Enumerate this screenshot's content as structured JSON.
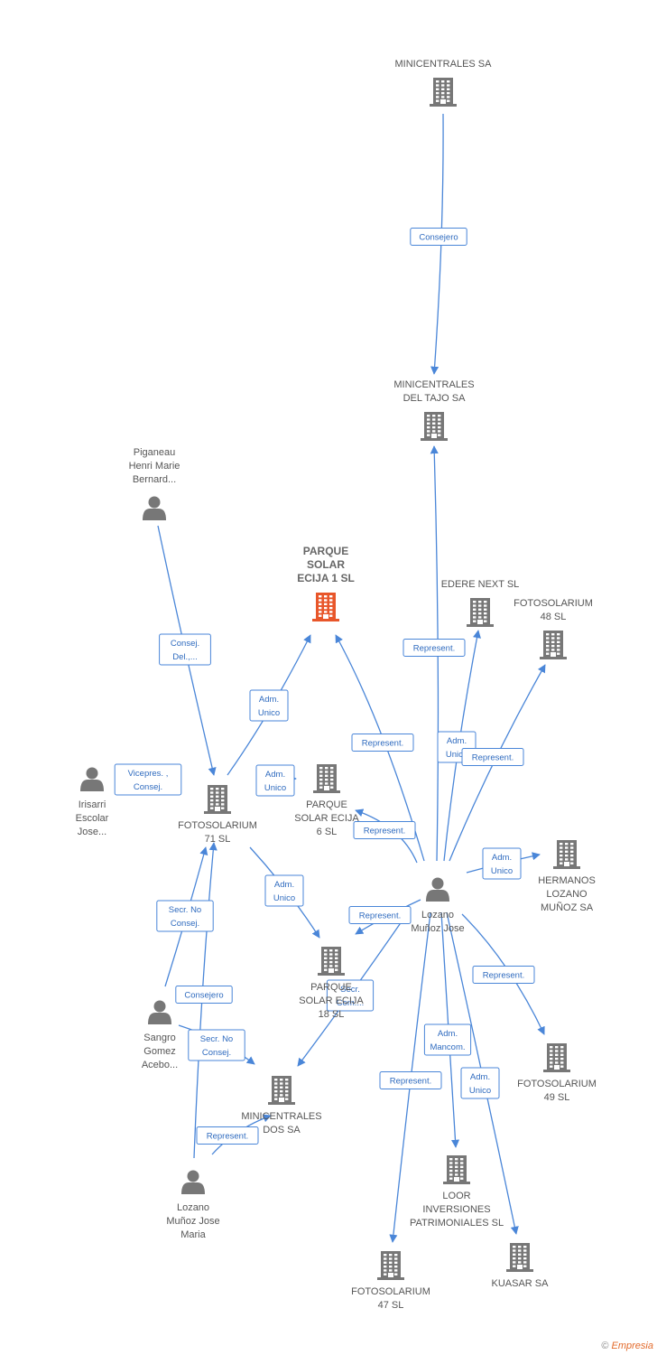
{
  "colors": {
    "edge": "#4a86d8",
    "icon": "#777777",
    "focus_icon": "#e8562a",
    "label": "#555555"
  },
  "nodes": [
    {
      "id": "minicentrales",
      "type": "company",
      "label": [
        "MINICENTRALES SA"
      ]
    },
    {
      "id": "minicentrales_tajo",
      "type": "company",
      "label": [
        "MINICENTRALES",
        "DEL TAJO SA"
      ]
    },
    {
      "id": "piganeau",
      "type": "person",
      "label": [
        "Piganeau",
        "Henri Marie",
        "Bernard..."
      ]
    },
    {
      "id": "parque1",
      "type": "company",
      "focus": true,
      "label": [
        "PARQUE",
        "SOLAR",
        "ECIJA 1 SL"
      ]
    },
    {
      "id": "edere",
      "type": "company",
      "label": [
        "EDERE NEXT SL"
      ]
    },
    {
      "id": "foto48",
      "type": "company",
      "label": [
        "FOTOSOLARIUM",
        "48 SL"
      ]
    },
    {
      "id": "irisarri",
      "type": "person",
      "label": [
        "Irisarri",
        "Escolar",
        "Jose..."
      ]
    },
    {
      "id": "foto71",
      "type": "company",
      "label": [
        "FOTOSOLARIUM",
        "71 SL"
      ]
    },
    {
      "id": "parque6",
      "type": "company",
      "label": [
        "PARQUE",
        "SOLAR ECIJA",
        "6 SL"
      ]
    },
    {
      "id": "hermanos",
      "type": "company",
      "label": [
        "HERMANOS",
        "LOZANO",
        "MUÑOZ SA"
      ]
    },
    {
      "id": "lozano",
      "type": "person",
      "label": [
        "Lozano",
        "Muñoz Jose"
      ]
    },
    {
      "id": "parque18",
      "type": "company",
      "label": [
        "PARQUE",
        "SOLAR ECIJA",
        "18 SL"
      ]
    },
    {
      "id": "sangro",
      "type": "person",
      "label": [
        "Sangro",
        "Gomez",
        "Acebo..."
      ]
    },
    {
      "id": "foto49",
      "type": "company",
      "label": [
        "FOTOSOLARIUM",
        "49 SL"
      ]
    },
    {
      "id": "minidos",
      "type": "company",
      "label": [
        "MINICENTRALES",
        "DOS SA"
      ]
    },
    {
      "id": "loor",
      "type": "company",
      "label": [
        "LOOR",
        "INVERSIONES",
        "PATRIMONIALES SL"
      ]
    },
    {
      "id": "lozano_maria",
      "type": "person",
      "label": [
        "Lozano",
        "Muñoz Jose",
        "Maria"
      ]
    },
    {
      "id": "kuasar",
      "type": "company",
      "label": [
        "KUASAR SA"
      ]
    },
    {
      "id": "foto47",
      "type": "company",
      "label": [
        "FOTOSOLARIUM",
        "47 SL"
      ]
    }
  ],
  "edges": [
    {
      "from": "minicentrales",
      "to": "minicentrales_tajo",
      "label": [
        "Consejero"
      ]
    },
    {
      "from": "piganeau",
      "to": "foto71",
      "label": [
        "Consej.",
        "Del.,..."
      ]
    },
    {
      "from": "irisarri",
      "to": "foto71",
      "label": [
        "Vicepres. ,",
        "Consej."
      ]
    },
    {
      "from": "foto71",
      "to": "parque1",
      "label": [
        "Adm.",
        "Unico"
      ]
    },
    {
      "from": "foto71",
      "to": "parque6",
      "label": [
        "Adm.",
        "Unico"
      ]
    },
    {
      "from": "foto71",
      "to": "parque18",
      "label": [
        "Adm.",
        "Unico"
      ]
    },
    {
      "from": "lozano",
      "to": "minicentrales_tajo",
      "label": [
        "Represent."
      ]
    },
    {
      "from": "lozano",
      "to": "parque1",
      "label": [
        "Represent."
      ]
    },
    {
      "from": "lozano",
      "to": "edere",
      "label": [
        "Adm.",
        "Unico"
      ]
    },
    {
      "from": "lozano",
      "to": "foto48",
      "label": [
        "Represent."
      ]
    },
    {
      "from": "lozano",
      "to": "parque6",
      "label": [
        "Represent."
      ]
    },
    {
      "from": "lozano",
      "to": "hermanos",
      "label": [
        "Adm.",
        "Unico"
      ]
    },
    {
      "from": "lozano",
      "to": "parque18",
      "label": [
        "Represent."
      ]
    },
    {
      "from": "lozano",
      "to": "minidos",
      "label": [
        "Secr.",
        "Com...."
      ]
    },
    {
      "from": "lozano",
      "to": "foto49",
      "label": [
        "Represent."
      ]
    },
    {
      "from": "lozano",
      "to": "loor",
      "label": [
        "Adm.",
        "Mancom."
      ]
    },
    {
      "from": "lozano",
      "to": "kuasar",
      "label": [
        "Adm.",
        "Unico"
      ]
    },
    {
      "from": "lozano",
      "to": "foto47",
      "label": [
        "Represent."
      ]
    },
    {
      "from": "sangro",
      "to": "foto71",
      "label": [
        "Secr.  No",
        "Consej."
      ]
    },
    {
      "from": "sangro",
      "to": "minidos",
      "label": [
        "Secr.  No",
        "Consej."
      ]
    },
    {
      "from": "lozano_maria",
      "to": "foto71",
      "label": [
        "Consejero"
      ]
    },
    {
      "from": "lozano_maria",
      "to": "minidos",
      "label": [
        "Represent."
      ]
    }
  ],
  "footer": {
    "copyright": "©",
    "brand": "Empresia"
  }
}
